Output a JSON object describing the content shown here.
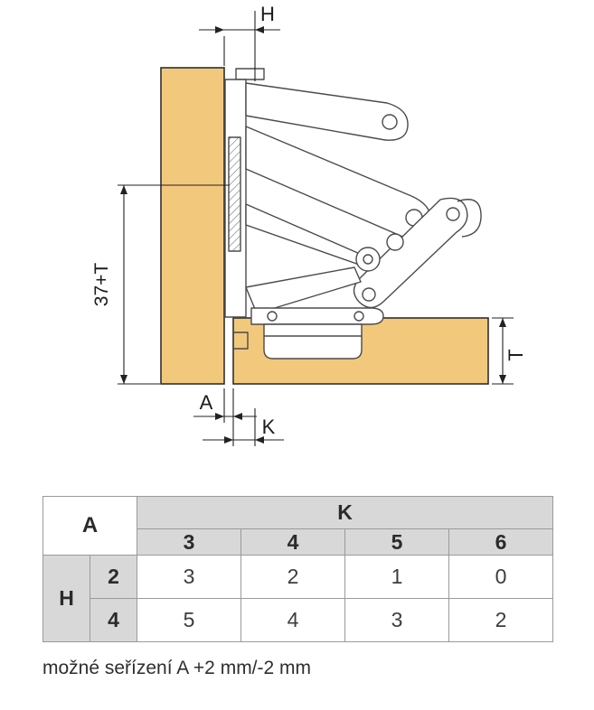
{
  "diagram": {
    "labels": {
      "h": "H",
      "plate_height": "37+T",
      "a": "A",
      "k": "K",
      "t": "T"
    },
    "colors": {
      "wood": "#f2c87d",
      "line": "#4b4b4b"
    }
  },
  "table": {
    "corner_label": "A",
    "k_header": "K",
    "k_values": [
      "3",
      "4",
      "5",
      "6"
    ],
    "h_label": "H",
    "rows": [
      {
        "h": "2",
        "values": [
          "3",
          "2",
          "1",
          "0"
        ]
      },
      {
        "h": "4",
        "values": [
          "5",
          "4",
          "3",
          "2"
        ]
      }
    ]
  },
  "note": "možné seřízení A +2 mm/-2 mm"
}
